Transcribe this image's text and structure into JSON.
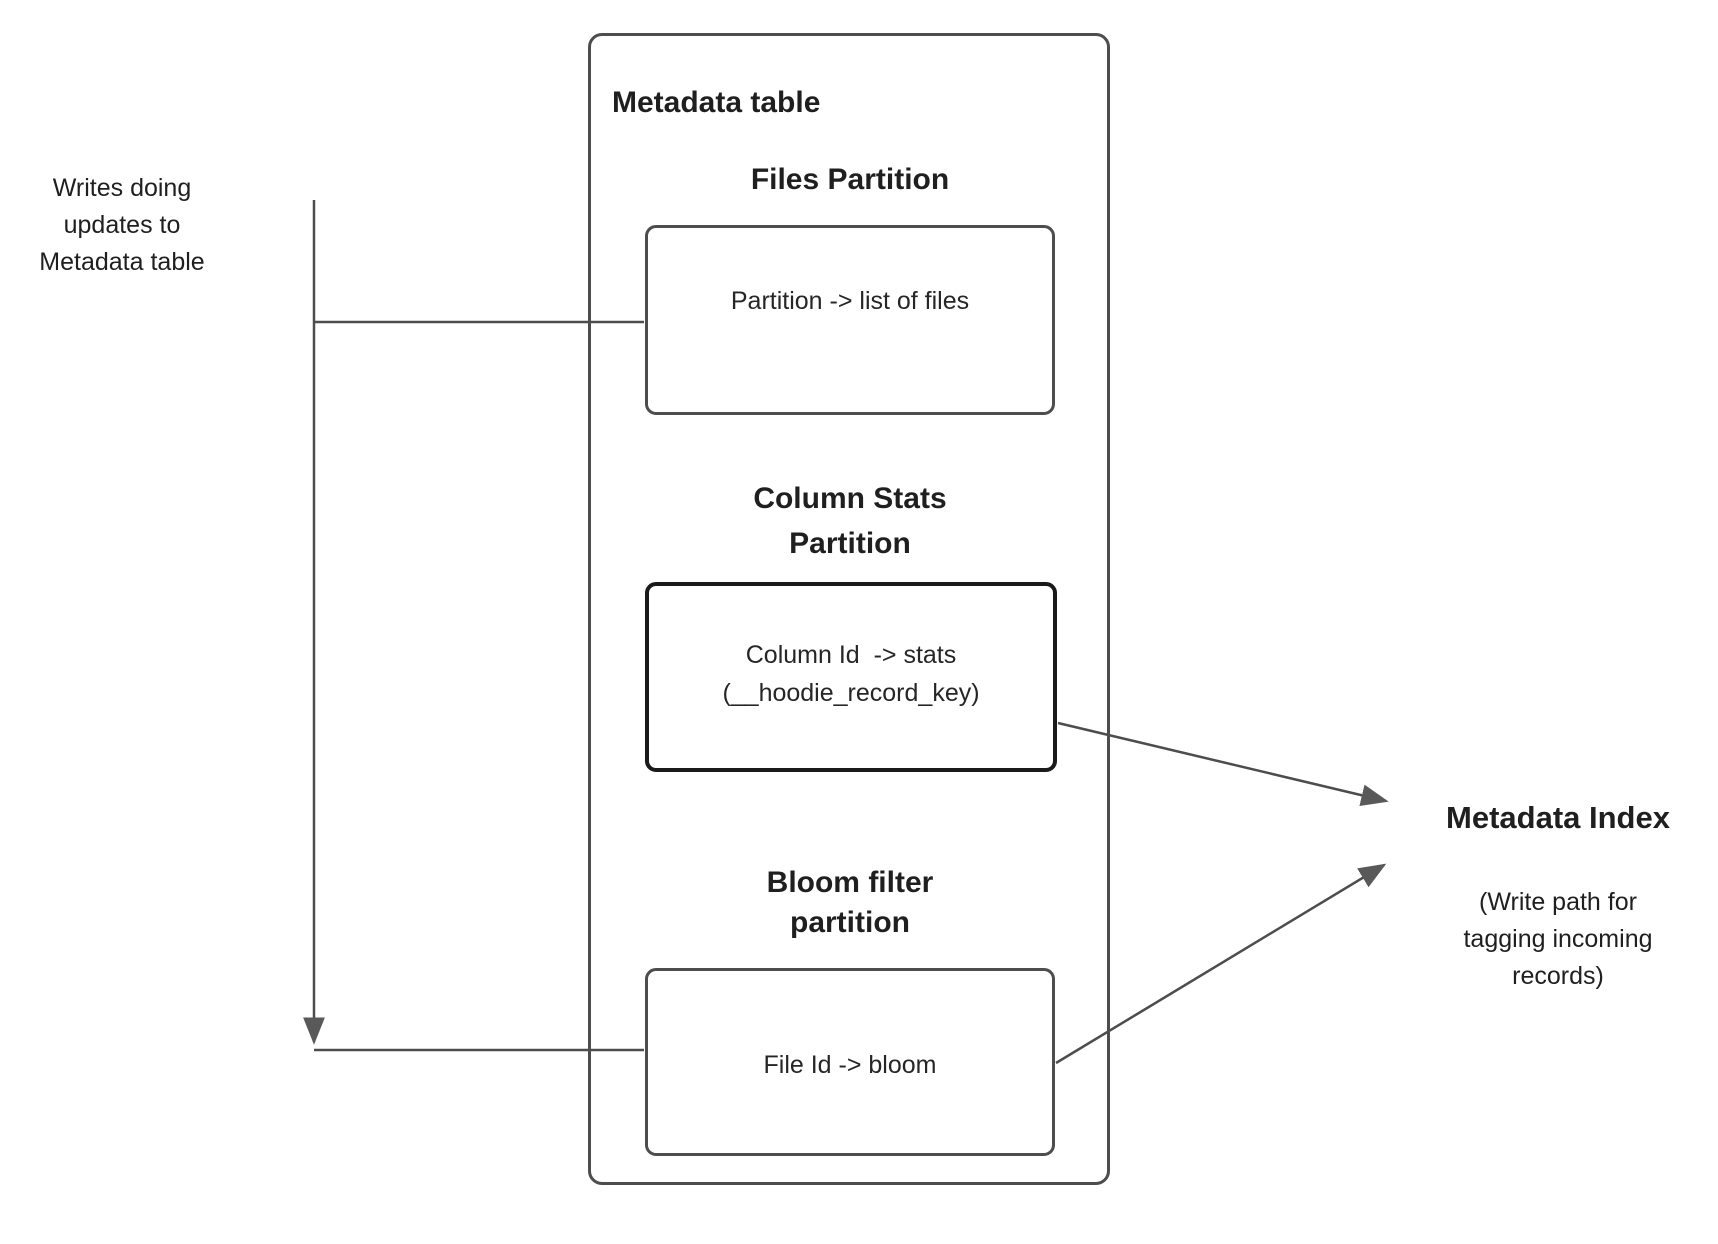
{
  "writes_note": {
    "text": "Writes doing\nupdates to\nMetadata table"
  },
  "metadata_table": {
    "title": "Metadata table",
    "files": {
      "heading": "Files Partition",
      "content": "Partition -> list of files"
    },
    "column_stats": {
      "heading": "Column Stats\nPartition",
      "content": "Column Id  -> stats\n(__hoodie_record_key)"
    },
    "bloom": {
      "heading": "Bloom filter\npartition",
      "content": "File Id -> bloom"
    }
  },
  "metadata_index": {
    "title": "Metadata Index",
    "subtitle": "(Write path for\ntagging incoming\nrecords)"
  },
  "colors": {
    "line": "#4d4d4d",
    "arrowhead": "#595959",
    "stats_border": "#1a1a1a",
    "text": "#262626"
  }
}
